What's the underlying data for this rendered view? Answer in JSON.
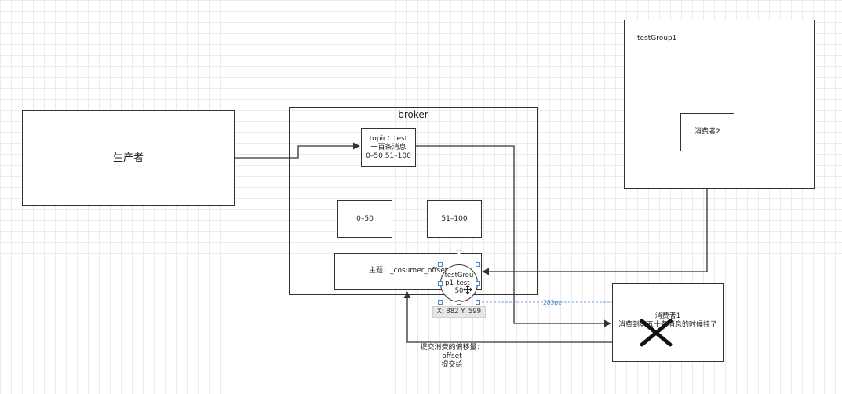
{
  "producer": {
    "label": "生产者"
  },
  "broker": {
    "title": "broker"
  },
  "topic": {
    "lines": [
      "topic：test",
      "一百条消息",
      "0–50 51–100"
    ]
  },
  "partitions": [
    {
      "label": "0–50"
    },
    {
      "label": "51–100"
    }
  ],
  "offset_topic": {
    "label": "主题：_cosumer_offset"
  },
  "offset_record": {
    "label": "testGroup1–test–50"
  },
  "test_group": {
    "title": "testGroup1",
    "consumer2": "消费者2"
  },
  "consumer1": {
    "label_line1": "消费者1",
    "label_line2": "消费到第五十条消息的时候挂了"
  },
  "commit_caption": {
    "lines": [
      "提交消费的偏移量：",
      "offset",
      "提交给"
    ]
  },
  "selection": {
    "readout": "X: 882  Y: 599",
    "distance": "283px"
  },
  "colors": {
    "stroke": "#333333",
    "selection": "#4d87c7",
    "grid": "#ebebeb"
  }
}
